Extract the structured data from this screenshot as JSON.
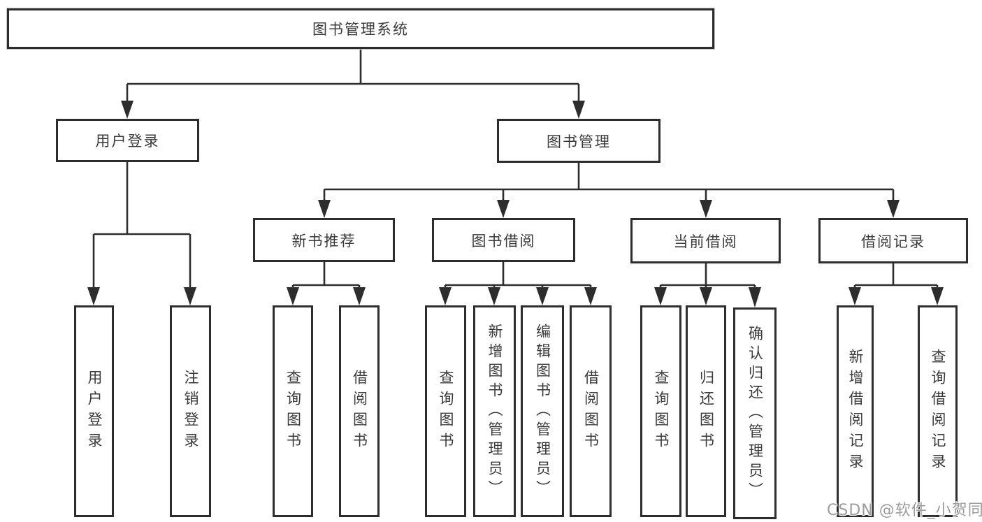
{
  "diagram_title": "图书管理系统",
  "nodes": {
    "root": "图书管理系统",
    "level2": [
      "用户登录",
      "图书管理"
    ],
    "level3": [
      "新书推荐",
      "图书借阅",
      "当前借阅",
      "借阅记录"
    ],
    "leaves_login": [
      "用户登录",
      "注销登录"
    ],
    "leaves_newbook": [
      "查询图书",
      "借阅图书"
    ],
    "leaves_borrow": [
      "查询图书",
      "新增图书（管理员）",
      "编辑图书（管理员）",
      "借阅图书"
    ],
    "leaves_current": [
      "查询图书",
      "归还图书",
      "确认归还（管理员）"
    ],
    "leaves_record": [
      "新增借阅记录",
      "查询借阅记录"
    ]
  },
  "watermark": "CSDN @软件_小贺同学",
  "colors": {
    "line": "#2d2d2d",
    "box_border": "#2d2d2d",
    "text": "#3a3a3a",
    "watermark": "#9c9c9c",
    "background": "#ffffff"
  }
}
